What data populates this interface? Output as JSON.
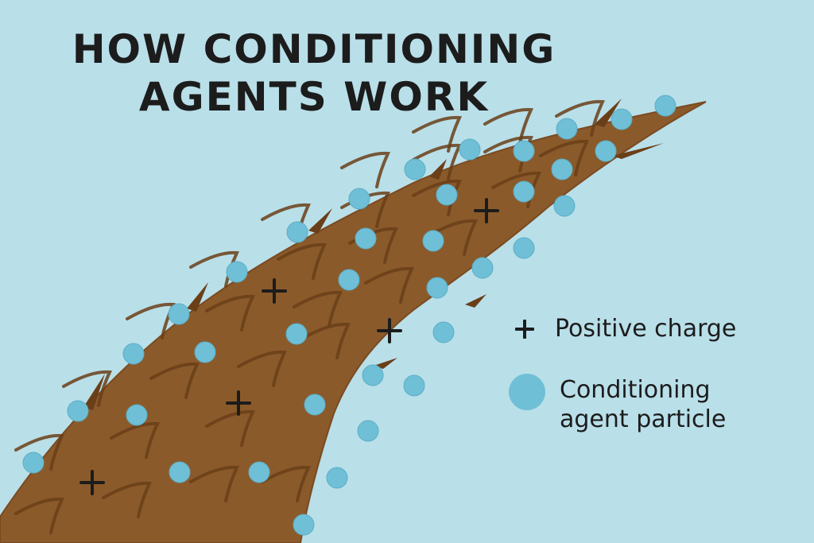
{
  "title_lines": [
    "HOW CONDITIONING",
    "AGENTS WORK"
  ],
  "legend": {
    "positive_charge_label": "Positive charge",
    "particle_label_line1": "Conditioning",
    "particle_label_line2": "agent particle"
  },
  "colors": {
    "background": "#b9dfe9",
    "hair": "#8b5a2b",
    "hair_edge": "#7a4a20",
    "cuticle": "#6a3f18",
    "particle": "#6fbfd6",
    "particle_outline": "#5aaec6",
    "charge": "#1c1c1c"
  },
  "icons": {
    "positive_charge": "plus-sign-icon",
    "particle": "circle-dot-icon"
  }
}
